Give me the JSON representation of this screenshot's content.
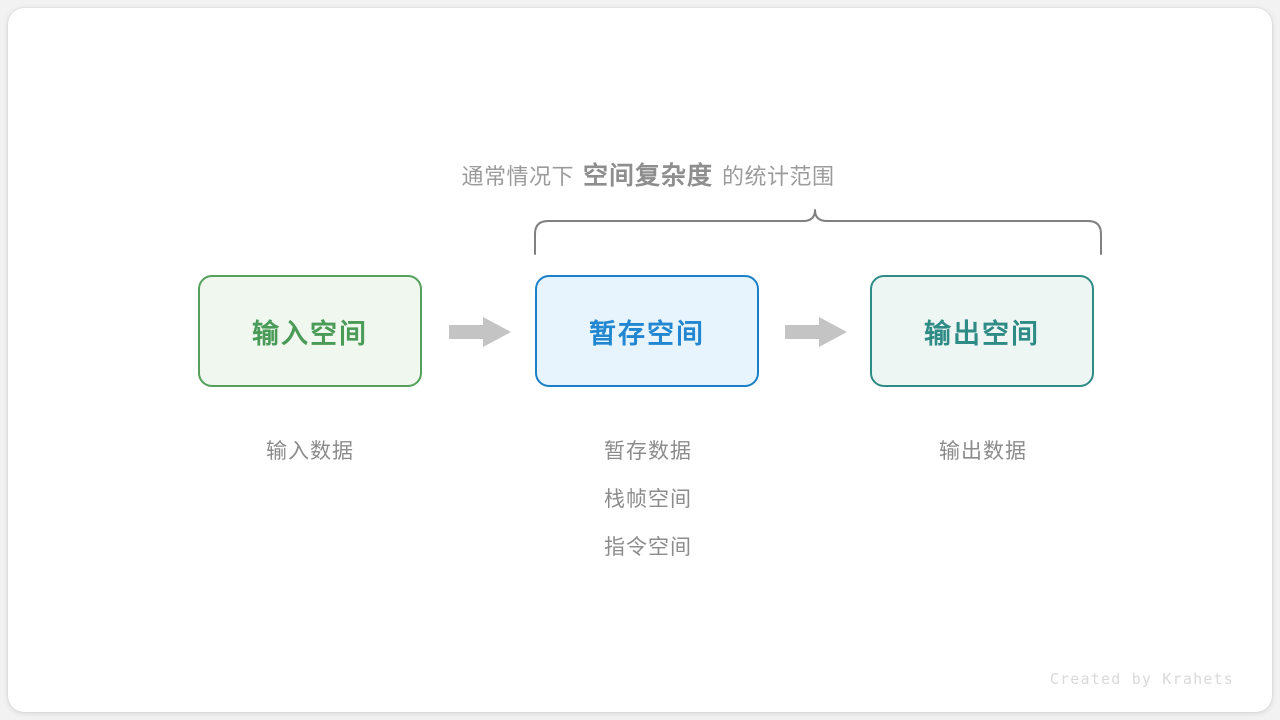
{
  "caption": {
    "prefix": "通常情况下",
    "highlight": "空间复杂度",
    "suffix": "的统计范围"
  },
  "diagram": {
    "boxes": [
      {
        "label": "输入空间",
        "border_color": "#55a05a",
        "fill_color": "#eff7ef",
        "text_color": "#4a9b57"
      },
      {
        "label": "暂存空间",
        "border_color": "#1a80c8",
        "fill_color": "#e8f4fd",
        "text_color": "#2287d0"
      },
      {
        "label": "输出空间",
        "border_color": "#2f8b85",
        "fill_color": "#eef6f4",
        "text_color": "#2f8b85"
      }
    ],
    "arrows": [
      {
        "name": "arrow-input-to-temp",
        "color": "#c4c4c4"
      },
      {
        "name": "arrow-temp-to-output",
        "color": "#c4c4c4"
      }
    ],
    "brace": {
      "color": "#808080",
      "spans": [
        "暂存空间",
        "输出空间"
      ]
    },
    "columns": [
      {
        "lines": [
          "输入数据"
        ]
      },
      {
        "lines": [
          "暂存数据",
          "栈帧空间",
          "指令空间"
        ]
      },
      {
        "lines": [
          "输出数据"
        ]
      }
    ]
  },
  "watermark": "Created by Krahets"
}
